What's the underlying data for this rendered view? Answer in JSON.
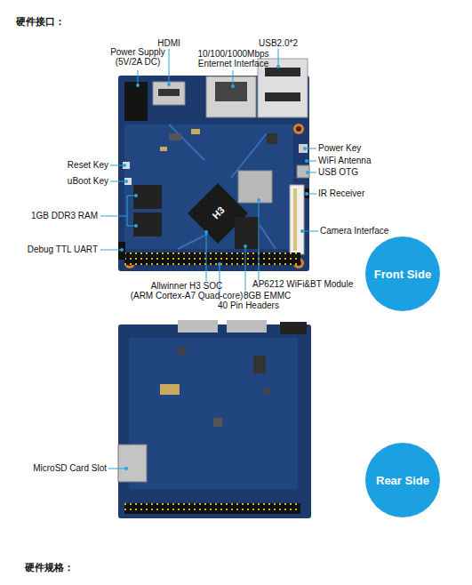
{
  "diagram": {
    "title": "硬件接口：",
    "nodes": [
      {
        "text": [
          "Front Side"
        ]
      },
      {
        "text": [
          "Rear Side"
        ]
      }
    ],
    "labels": [
      "Power Supply (5V/2A DC)",
      "HDMI",
      "10/100/1000Mbps Enternet Interface",
      "USB2.0*2",
      "Power Key",
      "WiFi Antenna",
      "USB OTG",
      "IR Receiver",
      "Camera Interface",
      "Reset Key",
      "uBoot Key",
      "1GB DDR3 RAM",
      "Debug TTL UART",
      "AP6212 WiFi&BT Module",
      "8GB EMMC",
      "Allwinner H3 SOC",
      "(ARM Cortex-A7 Quad-core)",
      "40 Pin Headers",
      "MicroSD Card Slot",
      "H3",
      "硬件规格："
    ]
  }
}
